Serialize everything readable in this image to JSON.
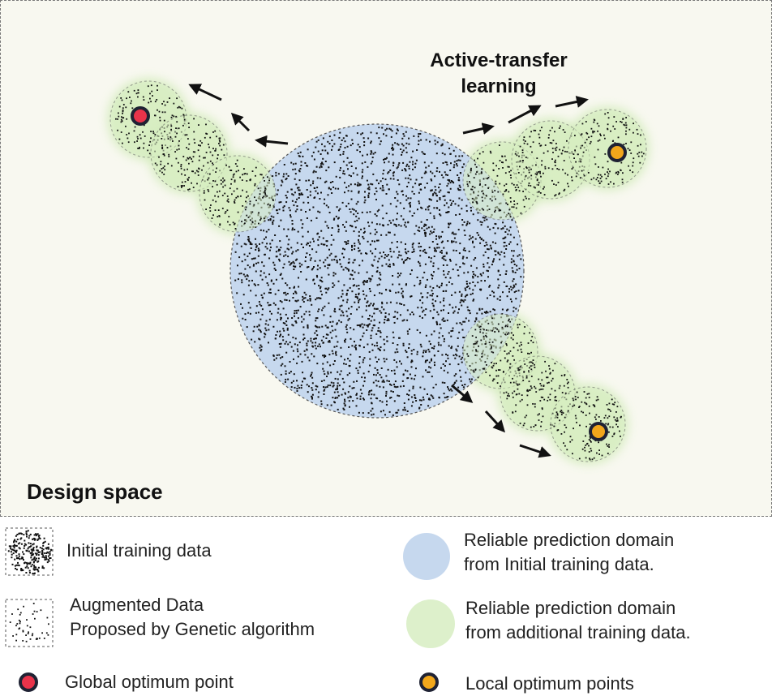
{
  "design_space": {
    "title": "Design space",
    "annotation_line1": "Active-transfer",
    "annotation_line2": "learning"
  },
  "colors": {
    "background": "#f8f8f0",
    "initial_domain": "#c6d8ee",
    "additional_domain": "#cfeab5",
    "global_optimum": "#e8334a",
    "local_optimum": "#f2a71b",
    "marker_outline": "#1f2233"
  },
  "legend": {
    "initial_training": "Initial training data",
    "augmented_line1": "Augmented Data",
    "augmented_line2": "Proposed by Genetic algorithm",
    "global_optimum": "Global optimum point",
    "reliable_initial_line1": "Reliable prediction domain",
    "reliable_initial_line2": "from Initial training data.",
    "reliable_additional_line1": "Reliable prediction domain",
    "reliable_additional_line2": "from additional training data.",
    "local_optimum": "Local optimum points"
  }
}
